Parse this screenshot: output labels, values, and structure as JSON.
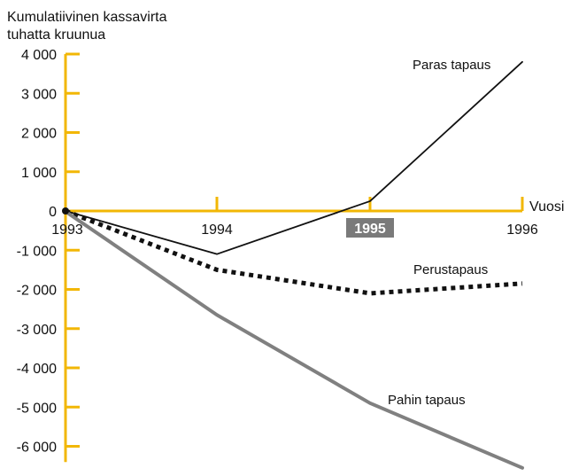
{
  "chart_data": {
    "type": "line",
    "ylabel_lines": [
      "Kumulatiivinen kassavirta",
      "tuhatta kruunua"
    ],
    "xlabel": "Vuosi",
    "x": [
      "1993",
      "1994",
      "1995",
      "1996"
    ],
    "highlighted_x": "1995",
    "yticks": [
      4000,
      3000,
      2000,
      1000,
      0,
      -1000,
      -2000,
      -3000,
      -4000,
      -5000,
      -6000
    ],
    "ytick_labels": [
      "4 000",
      "3 000",
      "2 000",
      "1 000",
      "0",
      "-1 000",
      "-2 000",
      "-3 000",
      "-4 000",
      "-5 000",
      "-6 000"
    ],
    "ylim": [
      -6400,
      4000
    ],
    "grid": false,
    "series": [
      {
        "name": "Paras tapaus",
        "values": [
          0,
          -1100,
          250,
          3800
        ],
        "color": "#111111",
        "style": "solid-thin"
      },
      {
        "name": "Perustapaus",
        "values": [
          0,
          -1500,
          -2100,
          -1850
        ],
        "color": "#111111",
        "style": "dotted-bold"
      },
      {
        "name": "Pahin tapaus",
        "values": [
          0,
          -2650,
          -4900,
          -6550
        ],
        "color": "#808080",
        "style": "solid-thick"
      }
    ],
    "colors": {
      "axis": "#f2b705",
      "highlight_box": "#7a7a7a",
      "highlight_text": "#ffffff"
    }
  }
}
